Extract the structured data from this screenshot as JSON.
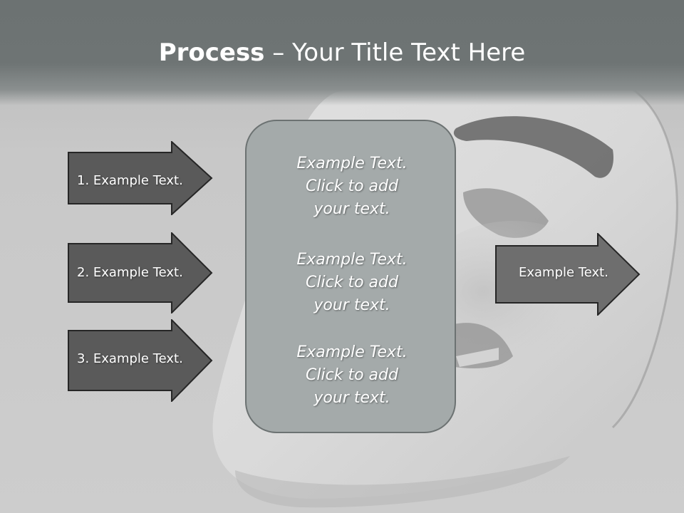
{
  "slide": {
    "title_bold": "Process",
    "title_rest": " – Your Title Text Here",
    "left_arrows": [
      {
        "label": "1. Example Text."
      },
      {
        "label": "2. Example Text."
      },
      {
        "label": "3. Example Text."
      }
    ],
    "center_blocks": [
      {
        "line1": "Example Text.",
        "line2": "Click  to add",
        "line3": "your text."
      },
      {
        "line1": "Example Text.",
        "line2": "Click  to add",
        "line3": "your text."
      },
      {
        "line1": "Example Text.",
        "line2": "Click  to add",
        "line3": "your text."
      }
    ],
    "right_arrow": {
      "label": "Example Text."
    }
  },
  "colors": {
    "header": "#6c7272",
    "arrow_fill_dark": "#5a5a5a",
    "arrow_fill_right": "#6e6e6e",
    "center_box": "#a4aaaa",
    "text": "#ffffff"
  },
  "icons": {
    "background": "mask-illustration"
  }
}
